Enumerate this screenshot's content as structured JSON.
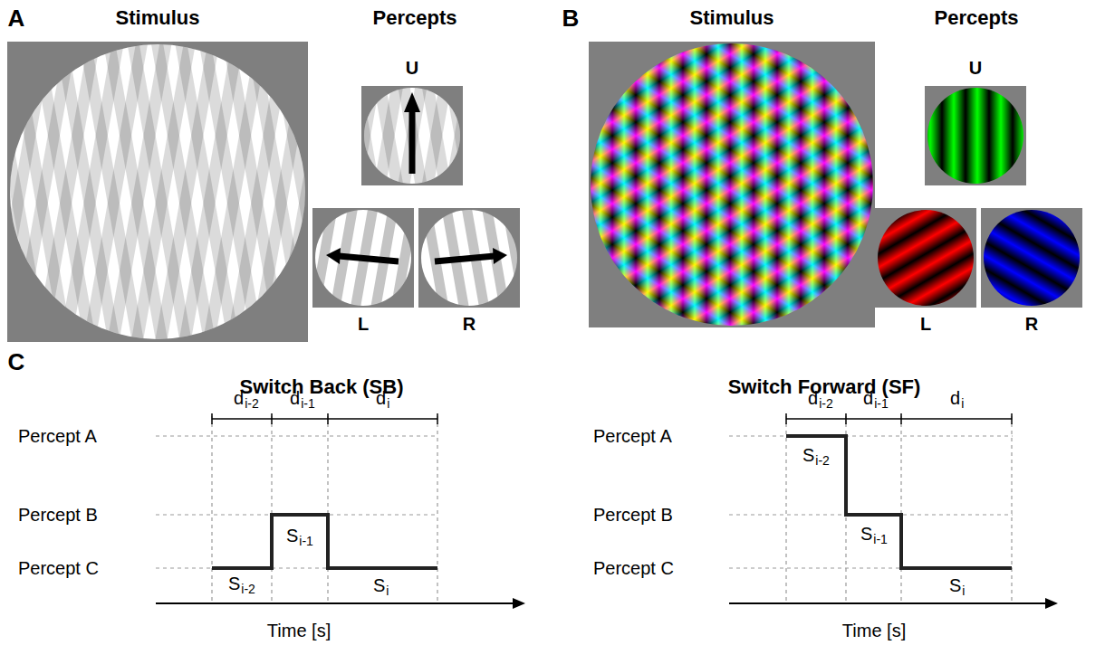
{
  "diagram": {
    "nodes": [
      {
        "text": [
          "Stimulus"
        ]
      },
      {
        "text": [
          "U"
        ]
      },
      {
        "text": [
          "L"
        ]
      },
      {
        "text": [
          "R"
        ]
      },
      {
        "text": [
          "Stimulus"
        ]
      },
      {
        "text": [
          "U"
        ]
      },
      {
        "text": [
          "L"
        ]
      },
      {
        "text": [
          "R"
        ]
      }
    ],
    "labels": [
      "A",
      "Percepts",
      "B",
      "Percepts",
      "C",
      "Switch Back (SB)",
      "Switch Forward (SF)",
      "Percept A",
      "Percept B",
      "Percept C",
      "Time [s]",
      "d",
      "i-2",
      "d",
      "i-1",
      "d",
      "i",
      "S",
      "i-2",
      "S",
      "i-1",
      "S",
      "i",
      "Percept A",
      "Percept B",
      "Percept C",
      "Time [s]",
      "d",
      "i-2",
      "d",
      "i-1",
      "d",
      "i",
      "S",
      "i-2",
      "S",
      "i-1",
      "S",
      "i"
    ]
  }
}
